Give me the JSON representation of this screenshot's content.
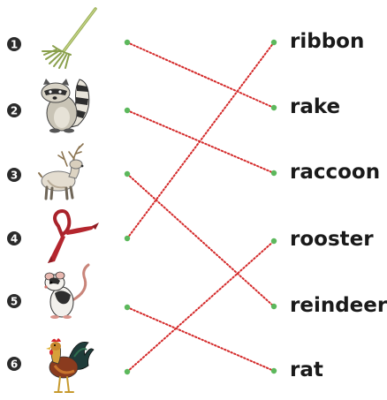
{
  "items": [
    {
      "number": "1",
      "picture": "rake-icon"
    },
    {
      "number": "2",
      "picture": "raccoon-icon"
    },
    {
      "number": "3",
      "picture": "reindeer-icon"
    },
    {
      "number": "4",
      "picture": "ribbon-icon"
    },
    {
      "number": "5",
      "picture": "rat-icon"
    },
    {
      "number": "6",
      "picture": "rooster-icon"
    }
  ],
  "words": [
    "ribbon",
    "rake",
    "raccoon",
    "rooster",
    "reindeer",
    "rat"
  ],
  "matches": [
    {
      "item": 1,
      "word": 2
    },
    {
      "item": 2,
      "word": 3
    },
    {
      "item": 3,
      "word": 5
    },
    {
      "item": 4,
      "word": 1
    },
    {
      "item": 5,
      "word": 6
    },
    {
      "item": 6,
      "word": 4
    }
  ],
  "colors": {
    "number_badge": "#2b2b2b",
    "dot": "#5cb85c",
    "line": "#d42a2a",
    "text": "#1a1a1a"
  }
}
